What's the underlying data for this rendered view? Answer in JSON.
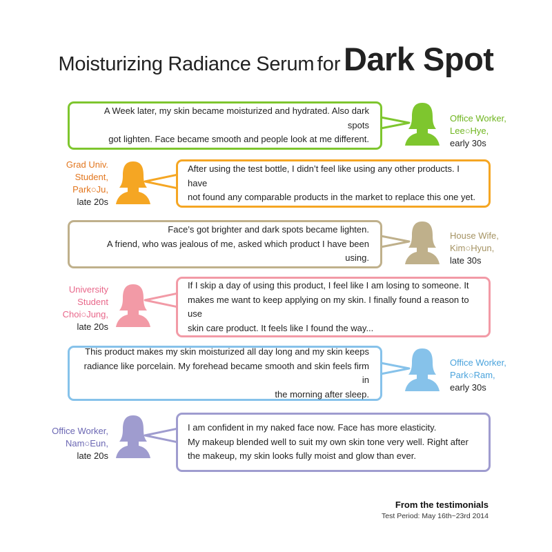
{
  "title": {
    "part1": "Moisturizing Radiance Serum",
    "part2": "for",
    "part3": "Dark Spot"
  },
  "colors": {
    "green": "#7ec62e",
    "orange": "#f5a623",
    "tan": "#bfb08b",
    "pink": "#f29aa6",
    "blue": "#86c2ea",
    "purple": "#9f9ccf"
  },
  "testimonials": [
    {
      "line1": "A Week later, my skin became moisturized and hydrated. Also dark spots",
      "line2": "got lighten. Face became smooth and people look at me different.",
      "line3": "",
      "label1": "Office Worker,",
      "label2": "Lee○Hye,",
      "label3": "",
      "age": "early 30s"
    },
    {
      "line1": "After using the test bottle, I didn’t feel like using any other products. I have",
      "line2": "not found any comparable products in the market to replace this one yet.",
      "line3": "",
      "label1": "Grad Univ.",
      "label2": "Student,",
      "label3": "Park○Ju,",
      "age": "late 20s"
    },
    {
      "line1": "Face’s got brighter and dark spots became lighten.",
      "line2": "A friend, who was jealous of me, asked which product I have been using.",
      "line3": "",
      "label1": "House Wife,",
      "label2": "Kim○Hyun,",
      "label3": "",
      "age": "late 30s"
    },
    {
      "line1": "If I skip a day of using this product, I feel like I am losing to someone. It",
      "line2": "makes me want to keep applying on my skin. I finally found a reason to use",
      "line3": "skin care product. It feels like I found the way...",
      "label1": "University",
      "label2": "Student",
      "label3": "Choi○Jung,",
      "age": "late 20s"
    },
    {
      "line1": "This product makes my skin moisturized all day long and my skin keeps",
      "line2": "radiance like porcelain. My forehead became smooth and skin feels firm in",
      "line3": "the morning after sleep.",
      "label1": "Office Worker,",
      "label2": "Park○Ram,",
      "label3": "",
      "age": "early 30s"
    },
    {
      "line1": "I am confident in my naked face now. Face has more elasticity.",
      "line2": "My makeup blended well to suit my own skin tone very well. Right after",
      "line3": "the makeup, my skin looks fully moist and glow than ever.",
      "label1": "Office Worker,",
      "label2": "Nam○Eun,",
      "label3": "",
      "age": "late 20s"
    }
  ],
  "footer": {
    "title": "From the testimonials",
    "subtitle": "Test Period: May 16th~23rd 2014"
  }
}
